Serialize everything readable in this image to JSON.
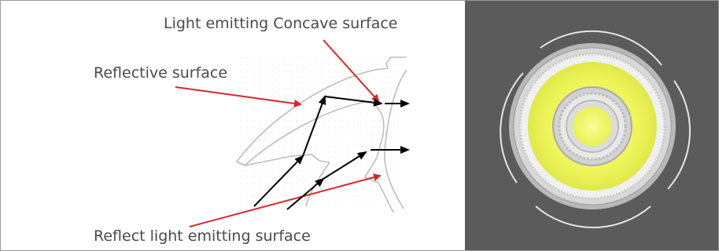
{
  "labels": {
    "top": "Light emitting Concave surface",
    "middle": "Reflective surface",
    "bottom": "Reflect light emitting surface"
  },
  "colors": {
    "pointer_arrow": "#d9262c",
    "ray_arrow": "#000000",
    "outline": "#bdbdbd",
    "photo_background": "#5b5b5b",
    "emitter_yellow": "#eef55a"
  }
}
